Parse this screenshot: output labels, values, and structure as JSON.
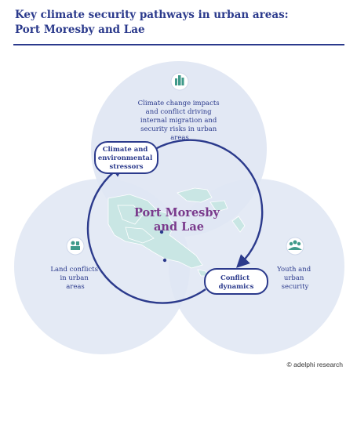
{
  "title": {
    "line1": "Key climate security pathways in urban areas:",
    "line2": "Port Moresby and Lae"
  },
  "center_label": {
    "line1": "Port Moresby",
    "line2": "and Lae"
  },
  "circles": {
    "top": {
      "icon": "city-icon",
      "lines": [
        "Climate change impacts",
        "and conflict driving",
        "internal migration and",
        "security risks in urban",
        "areas"
      ]
    },
    "left": {
      "icon": "land-icon",
      "lines": [
        "Land conflicts",
        "in urban",
        "areas"
      ]
    },
    "right": {
      "icon": "people-icon",
      "lines": [
        "Youth and",
        "urban",
        "security"
      ]
    }
  },
  "badges": {
    "climate": [
      "Climate and",
      "environmental",
      "stressors"
    ],
    "conflict": [
      "Conflict",
      "dynamics"
    ]
  },
  "credit": "© adelphi research",
  "colors": {
    "circle_fill": "#dfe6f3",
    "overlap_fill": "#cdd8ec",
    "map_fill": "#c9e6e4",
    "dark_blue": "#2b3a8c",
    "purple": "#7a3a8c",
    "icon_green": "#3f9a8a"
  }
}
